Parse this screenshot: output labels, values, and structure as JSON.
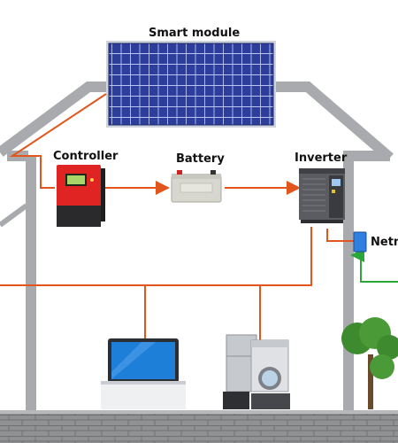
{
  "labels": {
    "smart_module": "Smart module",
    "controller": "Controller",
    "battery": "Battery",
    "inverter": "Inverter",
    "netmeter": "Netm"
  },
  "colors": {
    "house_wall": "#a8aaad",
    "wire": "#e2561b",
    "grid_wire": "#2aa63a",
    "panel": "#26368f",
    "controller_red": "#e02424",
    "meter_blue": "#2f7fe0",
    "foliage": "#3d8a2f"
  }
}
